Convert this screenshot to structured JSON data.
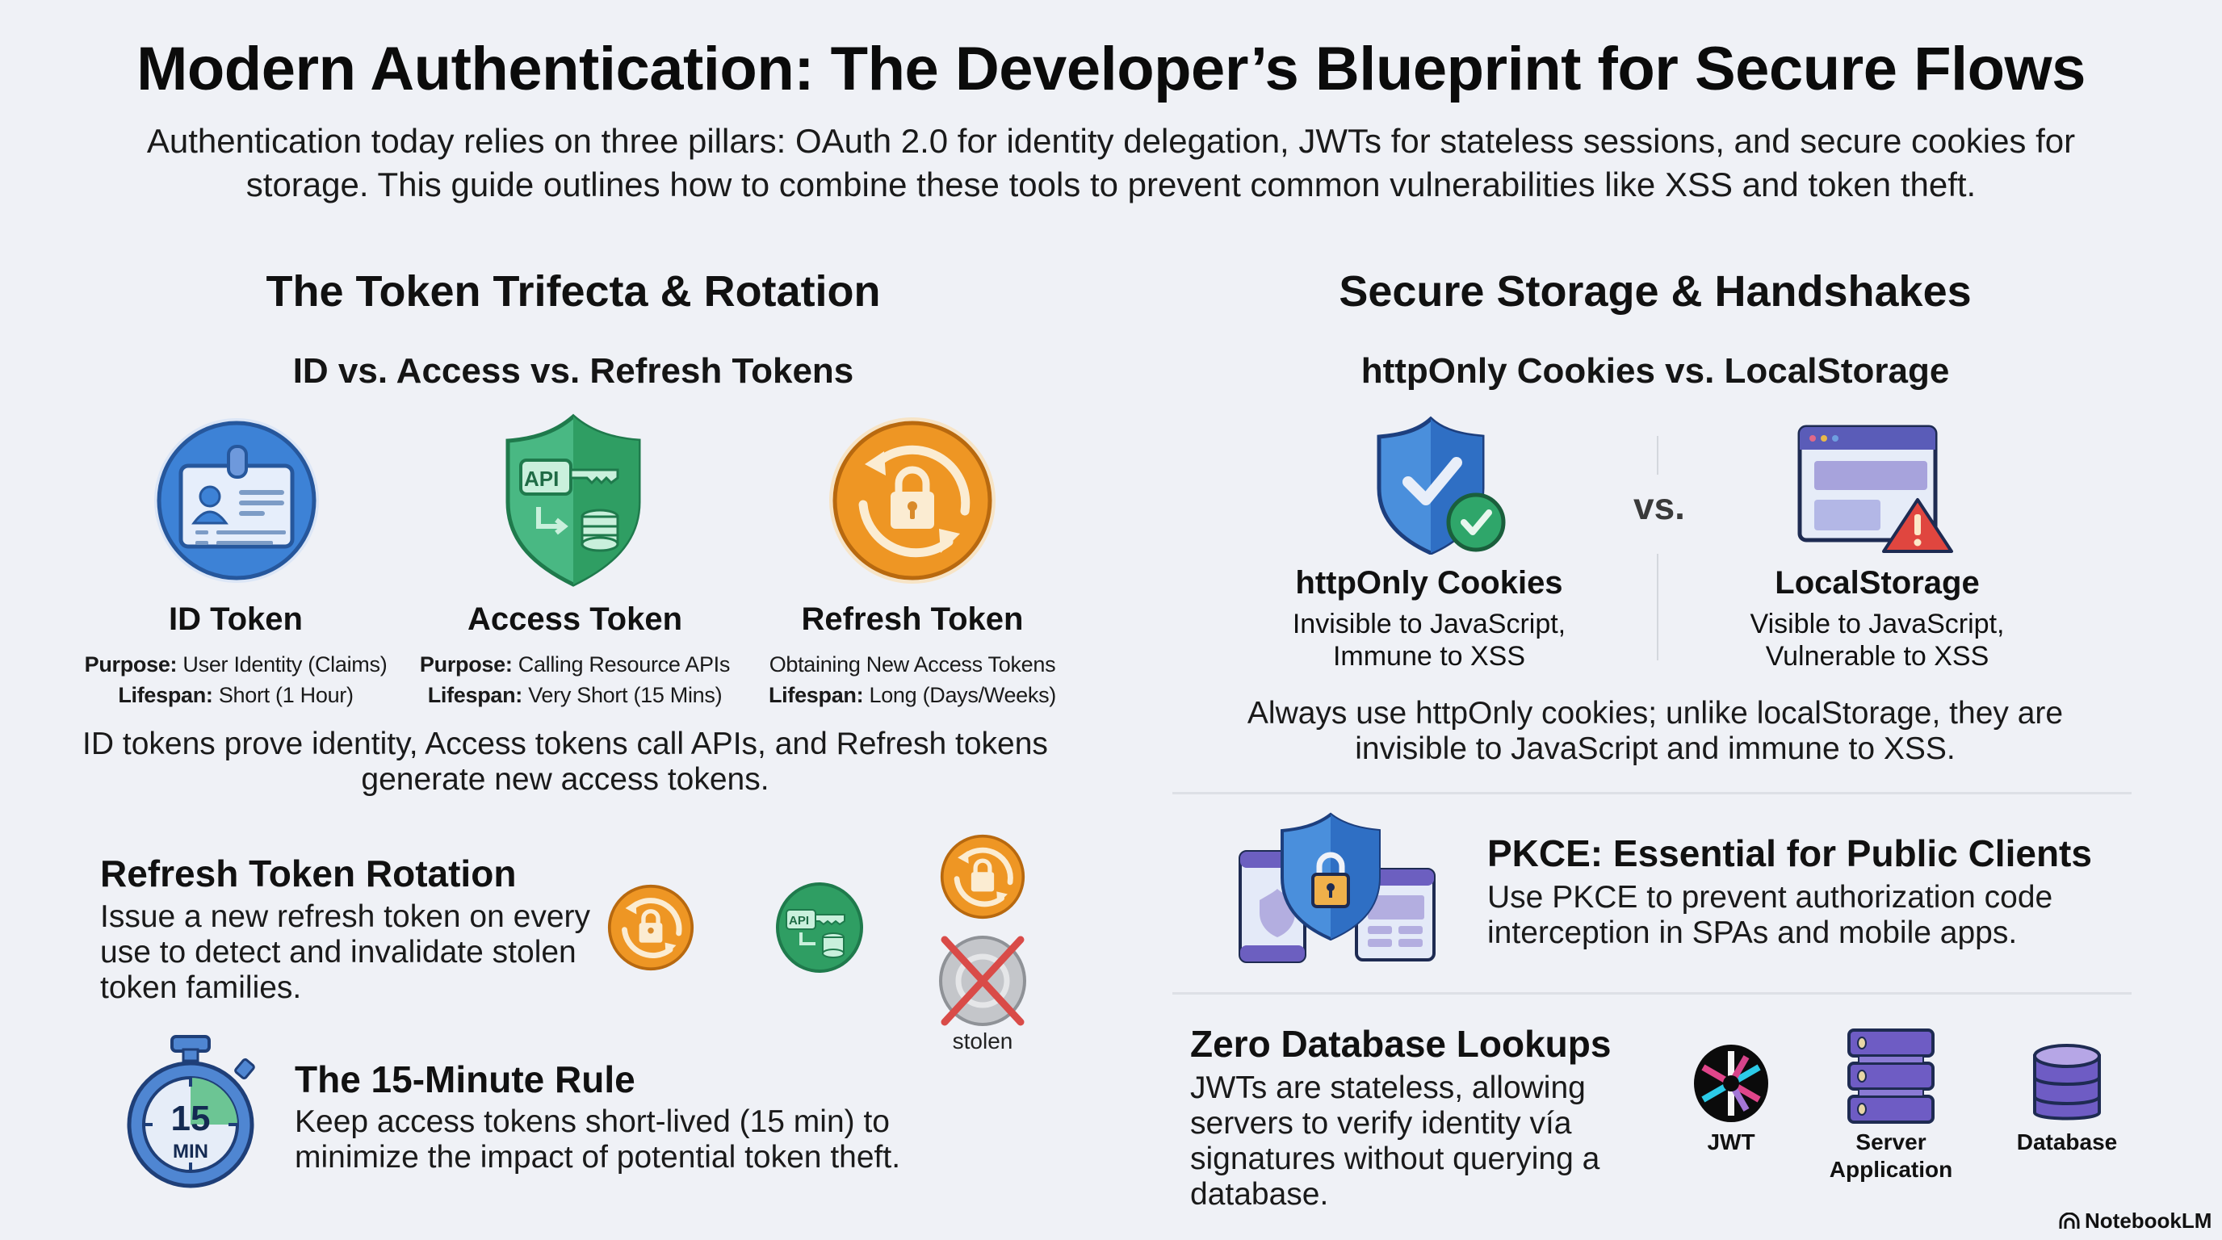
{
  "header": {
    "title": "Modern Authentication: The Developer’s Blueprint for Secure Flows",
    "intro": "Authentication today relies on three pillars: OAuth 2.0 for identity delegation, JWTs for stateless sessions, and secure cookies for storage. This guide outlines how to combine these tools to prevent common vulnerabilities like XSS and token theft."
  },
  "left": {
    "title": "The Token Trifecta & Rotation",
    "subtitle": "ID vs. Access vs. Refresh Tokens",
    "tokens": [
      {
        "name": "ID Token",
        "icon": "id-badge-icon",
        "color": "#3d82d6",
        "line1_label": "Purpose:",
        "line1_value": " User Identity (Claims)",
        "line2_label": "Lifespan:",
        "line2_value": " Short (1 Hour)"
      },
      {
        "name": "Access Token",
        "icon": "api-key-shield-icon",
        "color": "#2f9e63",
        "line1_label": "Purpose:",
        "line1_value": " Calling Resource APIs",
        "line2_label": "Lifespan:",
        "line2_value": " Very Short (15 Mins)"
      },
      {
        "name": "Refresh Token",
        "icon": "rotating-lock-icon",
        "color": "#ee9624",
        "line1_label": "",
        "line1_value": "Obtaining New Access Tokens",
        "line2_label": "Lifespan:",
        "line2_value": " Long (Days/Weeks)"
      }
    ],
    "summary": "ID tokens prove identity, Access tokens call APIs, and Refresh tokens generate new access tokens.",
    "rotation": {
      "title": "Refresh Token Rotation",
      "text": "Issue a new refresh token on every use to detect and invalidate stolen token families.",
      "stolen_label": "stolen"
    },
    "fifteen": {
      "title": "The 15-Minute Rule",
      "text": "Keep access tokens short-lived (15 min) to minimize the impact of potential token theft.",
      "timer_number": "15",
      "timer_unit": "MIN"
    }
  },
  "right": {
    "title": "Secure Storage & Handshakes",
    "subtitle": "httpOnly Cookies vs. LocalStorage",
    "vs_label": "vs.",
    "cookies": {
      "name": "httpOnly Cookies",
      "line1": "Invisible to JavaScript,",
      "line2": "Immune to XSS",
      "icon": "shield-check-icon"
    },
    "localstorage": {
      "name": "LocalStorage",
      "line1": "Visible to JavaScript,",
      "line2": "Vulnerable to XSS",
      "icon": "browser-warning-icon"
    },
    "summary": "Always use httpOnly cookies; unlike localStorage, they are invisible to JavaScript and immune to XSS.",
    "pkce": {
      "title": "PKCE: Essential for Public Clients",
      "text": "Use PKCE to prevent authorization code interception in SPAs and mobile apps."
    },
    "zero_db": {
      "title": "Zero Database Lookups",
      "text": "JWTs are stateless, allowing servers to verify identity vía signatures without querying a database.",
      "icons": [
        {
          "label": "JWT",
          "icon": "jwt-logo-icon"
        },
        {
          "label": "Server Application",
          "icon": "server-stack-icon"
        },
        {
          "label": "Database",
          "icon": "database-icon"
        }
      ]
    }
  },
  "footer": {
    "brand": "NotebookLM"
  },
  "colors": {
    "background": "#eff1f6",
    "blue": "#3d82d6",
    "green": "#2f9e63",
    "orange": "#ee9624",
    "purple": "#7664c4",
    "red": "#e0463f"
  }
}
